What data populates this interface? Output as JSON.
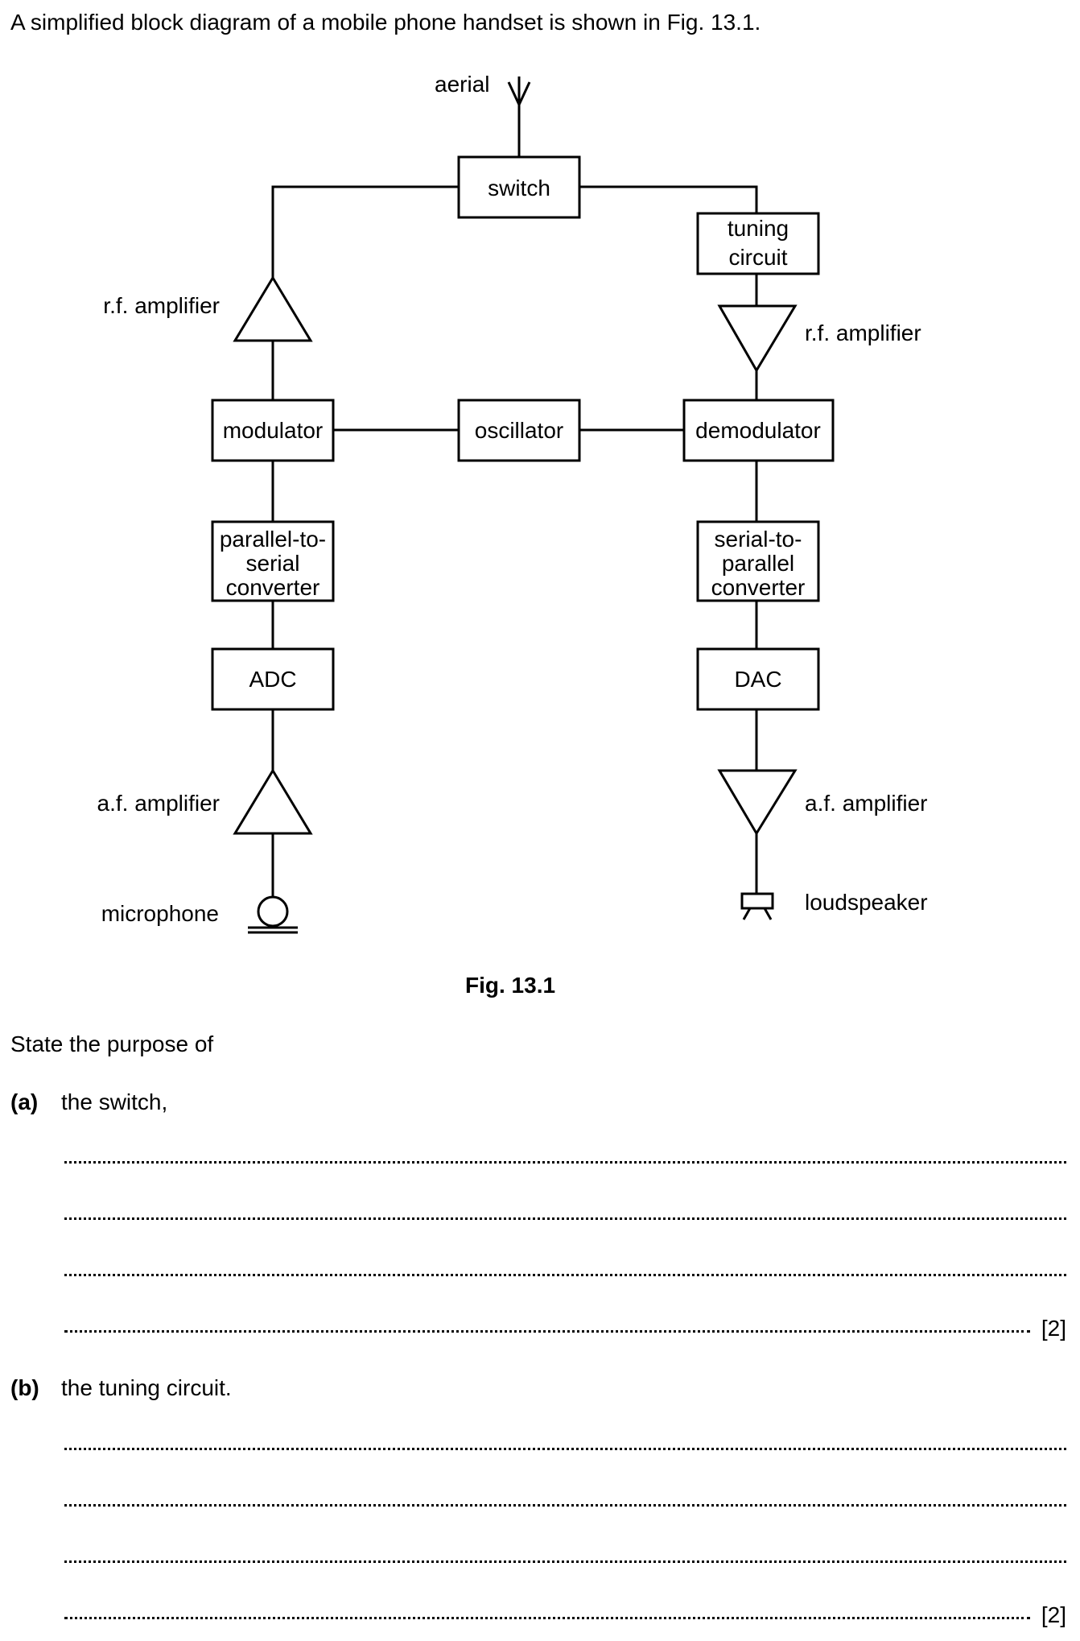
{
  "intro": "A simplified block diagram of a mobile phone handset is shown in Fig. 13.1.",
  "diagram": {
    "aerial": "aerial",
    "switch": "switch",
    "tuning_circuit": [
      "tuning",
      "circuit"
    ],
    "rf_amplifier_left": "r.f. amplifier",
    "rf_amplifier_right": "r.f. amplifier",
    "modulator": "modulator",
    "oscillator": "oscillator",
    "demodulator": "demodulator",
    "p2s_converter": [
      "parallel-to-",
      "serial",
      "converter"
    ],
    "s2p_converter": [
      "serial-to-",
      "parallel",
      "converter"
    ],
    "adc": "ADC",
    "dac": "DAC",
    "af_amplifier_left": "a.f. amplifier",
    "af_amplifier_right": "a.f. amplifier",
    "microphone": "microphone",
    "loudspeaker": "loudspeaker"
  },
  "figure_caption": "Fig. 13.1",
  "prompt": "State the purpose of",
  "questions": [
    {
      "label": "(a)",
      "text": "the switch,",
      "marks": "[2]"
    },
    {
      "label": "(b)",
      "text": "the tuning circuit.",
      "marks": "[2]"
    }
  ]
}
